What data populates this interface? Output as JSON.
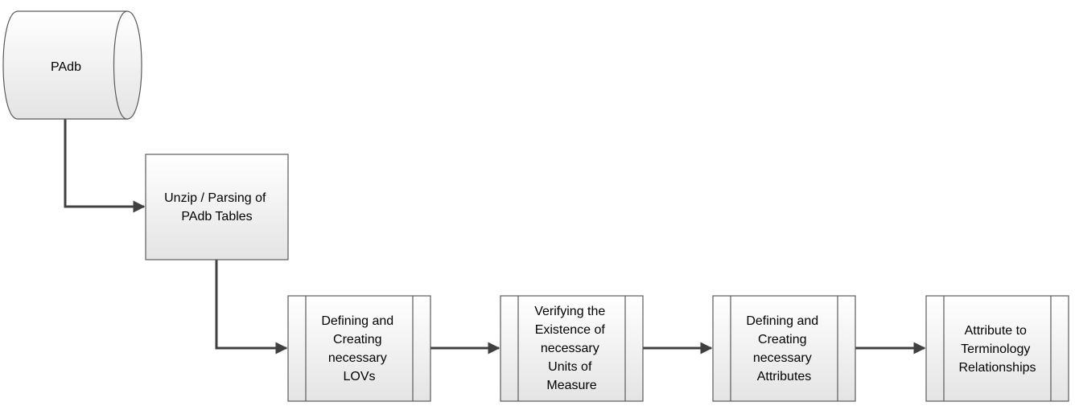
{
  "diagram": {
    "database": {
      "label": "PAdb"
    },
    "nodes": [
      {
        "id": "unzip",
        "kind": "process",
        "lines": [
          "Unzip / Parsing of",
          "PAdb Tables"
        ]
      },
      {
        "id": "lovs",
        "kind": "predefined-process",
        "lines": [
          "Defining and",
          "Creating",
          "necessary",
          "LOVs"
        ]
      },
      {
        "id": "uom",
        "kind": "predefined-process",
        "lines": [
          "Verifying the",
          "Existence of",
          "necessary",
          "Units of",
          "Measure"
        ]
      },
      {
        "id": "attributes",
        "kind": "predefined-process",
        "lines": [
          "Defining and",
          "Creating",
          "necessary",
          "Attributes"
        ]
      },
      {
        "id": "relationships",
        "kind": "predefined-process",
        "lines": [
          "Attribute to",
          "Terminology",
          "Relationships"
        ]
      }
    ],
    "edges": [
      {
        "from": "database",
        "to": "unzip"
      },
      {
        "from": "unzip",
        "to": "lovs"
      },
      {
        "from": "lovs",
        "to": "uom"
      },
      {
        "from": "uom",
        "to": "attributes"
      },
      {
        "from": "attributes",
        "to": "relationships"
      }
    ],
    "colors": {
      "fill_top": "#ffffff",
      "fill_bottom": "#e4e4e4",
      "stroke": "#5a5a5a",
      "connector": "#404040"
    }
  }
}
